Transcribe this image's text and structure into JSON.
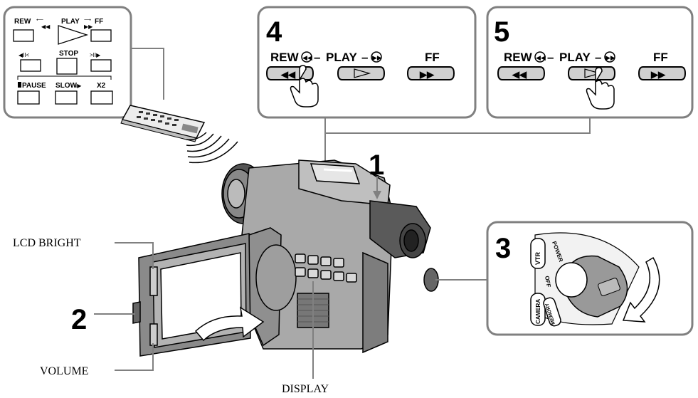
{
  "remote": {
    "rew_label": "REW",
    "play_label": "PLAY",
    "ff_label": "FF",
    "stop_label": "STOP",
    "pause_label": "PAUSE",
    "slow_label": "SLOW",
    "x2_label": "X2"
  },
  "step4": {
    "number": "4",
    "rew": "REW",
    "dash1": "–",
    "play": "PLAY",
    "dash2": "–",
    "ff": "FF"
  },
  "step5": {
    "number": "5",
    "rew": "REW",
    "dash1": "–",
    "play": "PLAY",
    "dash2": "–",
    "ff": "FF"
  },
  "step3": {
    "number": "3",
    "vtr": "VTR",
    "power": "POWER",
    "off": "OFF",
    "camera": "CAMERA",
    "memory": "MEMORY"
  },
  "callouts": {
    "step1": "1",
    "step2": "2",
    "lcd_bright": "LCD BRIGHT",
    "volume": "VOLUME",
    "display": "DISPLAY"
  }
}
